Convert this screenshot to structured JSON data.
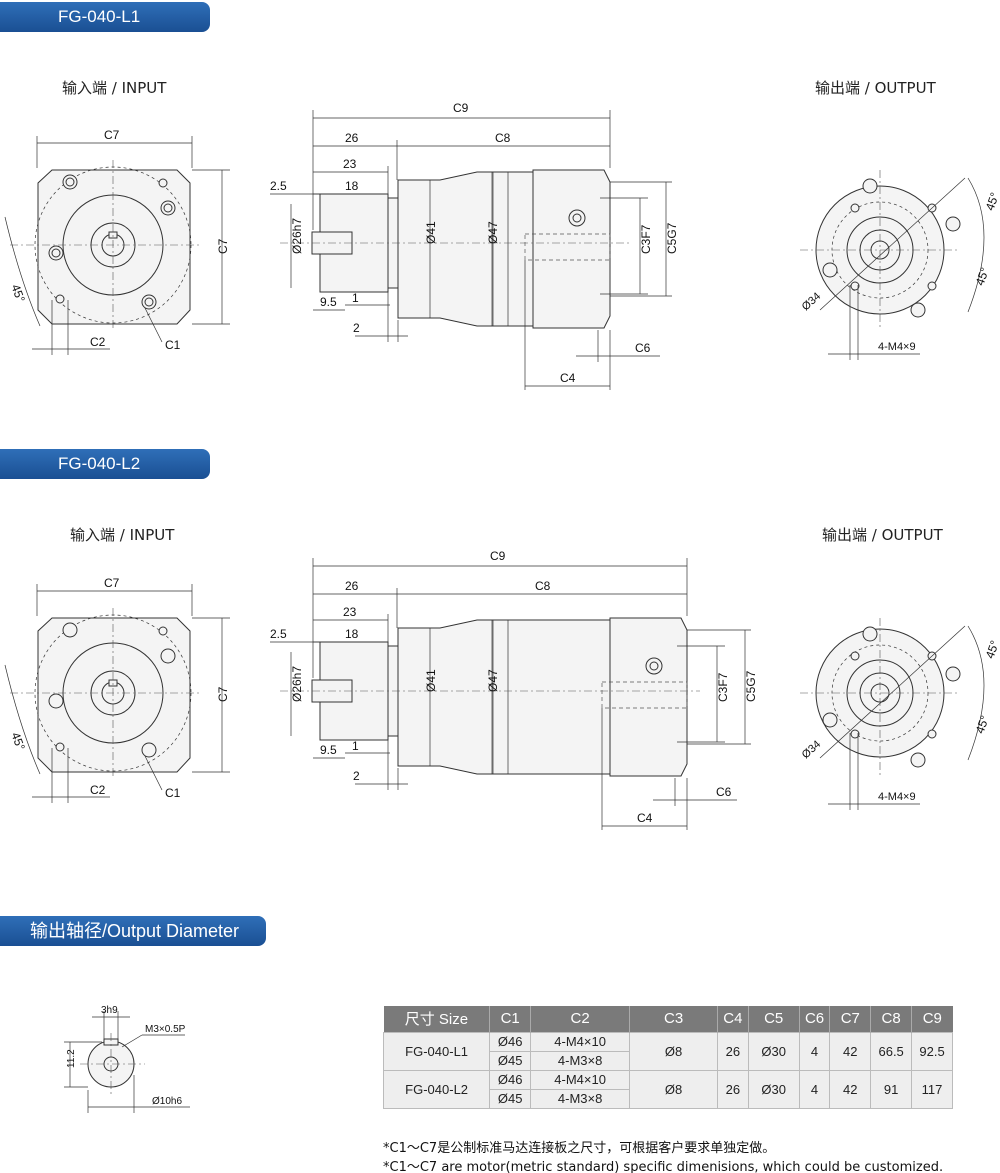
{
  "sections": [
    {
      "title": "FG-040-L1",
      "input_label": "输入端 / INPUT",
      "output_label": "输出端 / OUTPUT"
    },
    {
      "title": "FG-040-L2",
      "input_label": "输入端 / INPUT",
      "output_label": "输出端 / OUTPUT"
    }
  ],
  "dims": {
    "c1": "C1",
    "c2": "C2",
    "c3": "C3F7",
    "c4": "C4",
    "c5": "C5G7",
    "c6": "C6",
    "c7": "C7",
    "c8": "C8",
    "c9": "C9",
    "d26": "26",
    "d23": "23",
    "d18": "18",
    "d2_5": "2.5",
    "d9_5": "9.5",
    "d1": "1",
    "d2": "2",
    "d26h7": "Ø26h7",
    "d41": "Ø41",
    "d47": "Ø47",
    "a45": "45°",
    "d34": "Ø34",
    "m4": "4-M4×9"
  },
  "shaft": {
    "title": "输出轴径/Output Diameter",
    "key": "3h9",
    "thread": "M3×0.5P",
    "height": "11.2",
    "dia": "Ø10h6"
  },
  "table": {
    "headers": [
      "尺寸 Size",
      "C1",
      "C2",
      "C3",
      "C4",
      "C5",
      "C6",
      "C7",
      "C8",
      "C9"
    ],
    "rows": [
      {
        "size": "FG-040-L1",
        "c1": [
          "Ø46",
          "Ø45"
        ],
        "c2": [
          "4-M4×10",
          "4-M3×8"
        ],
        "c3": "Ø8",
        "c4": "26",
        "c5": "Ø30",
        "c6": "4",
        "c7": "42",
        "c8": "66.5",
        "c9": "92.5"
      },
      {
        "size": "FG-040-L2",
        "c1": [
          "Ø46",
          "Ø45"
        ],
        "c2": [
          "4-M4×10",
          "4-M3×8"
        ],
        "c3": "Ø8",
        "c4": "26",
        "c5": "Ø30",
        "c6": "4",
        "c7": "42",
        "c8": "91",
        "c9": "117"
      }
    ]
  },
  "notes": [
    "*C1～C7是公制标准马达连接板之尺寸，可根据客户要求单独定做。",
    "*C1～C7 are motor(metric standard) specific dimenisions, which could be customized."
  ]
}
